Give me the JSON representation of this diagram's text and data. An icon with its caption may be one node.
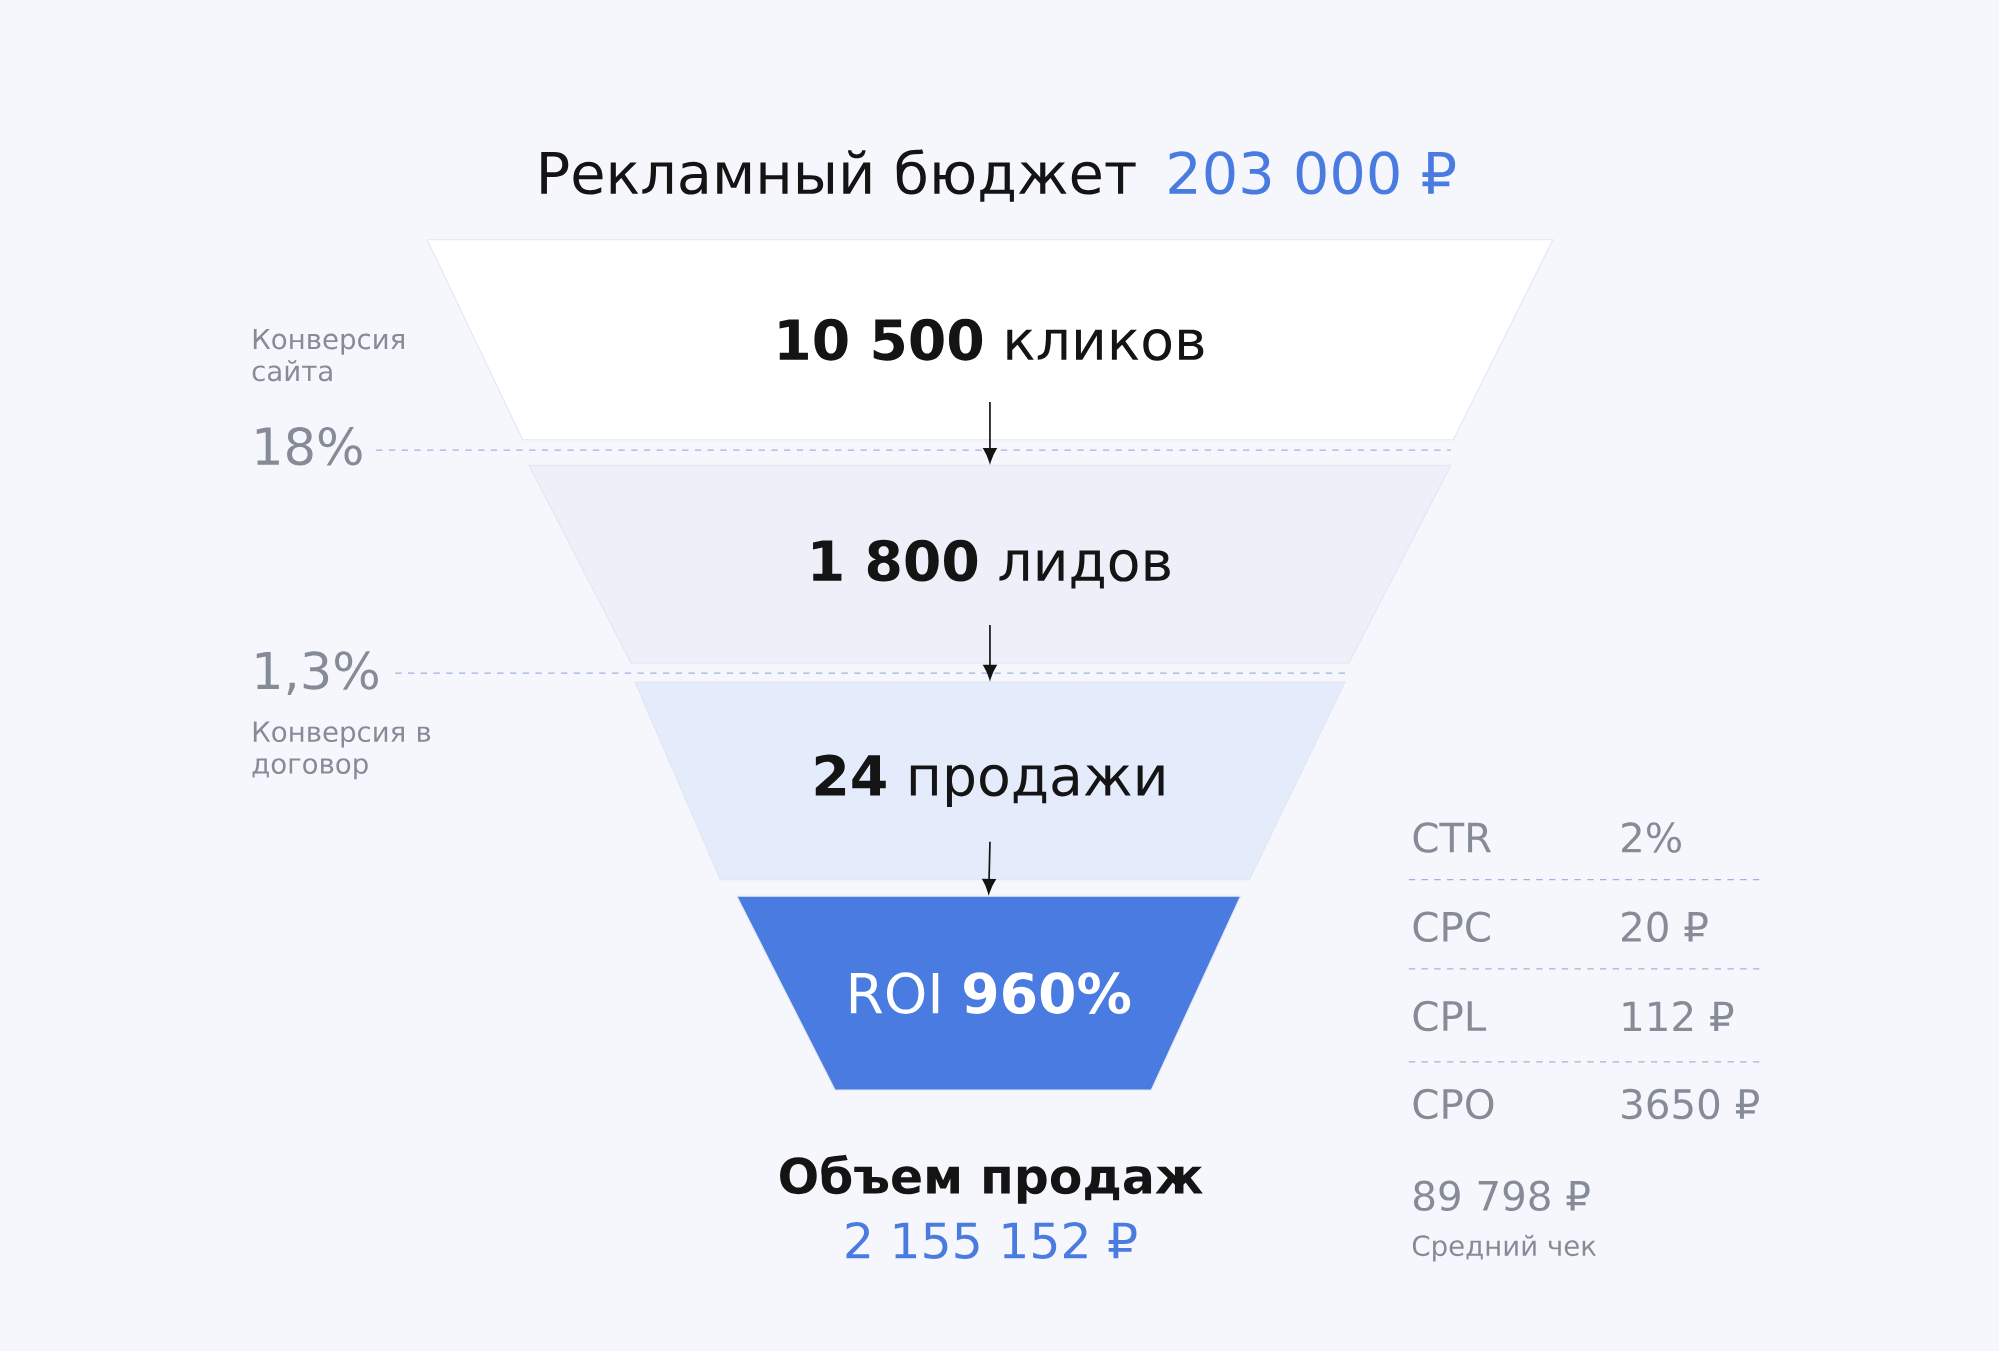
{
  "diagram": {
    "title": "Рекламный бюджет",
    "nodes": [
      {
        "text": [
          "**10 500** кликов"
        ]
      },
      {
        "text": [
          "**1 800** лидов"
        ]
      },
      {
        "text": [
          "**24** продажи"
        ]
      },
      {
        "text": [
          "ROI **960%**"
        ]
      }
    ],
    "edges": [
      {
        "from": 0,
        "to": 1,
        "arrow": "to"
      },
      {
        "from": 1,
        "to": 2,
        "arrow": "to"
      },
      {
        "from": 2,
        "to": 3,
        "arrow": "to"
      }
    ],
    "labels": [
      "203 000 ₽",
      "Конверсия сайта",
      "18%",
      "1,3%",
      "Конверсия в договор",
      "CTR",
      "2%",
      "CPC",
      "20 ₽",
      "CPL",
      "112 ₽",
      "CPO",
      "3650 ₽",
      "Объем продаж",
      "2 155 152 ₽",
      "89 798 ₽",
      "Средний чек"
    ]
  }
}
